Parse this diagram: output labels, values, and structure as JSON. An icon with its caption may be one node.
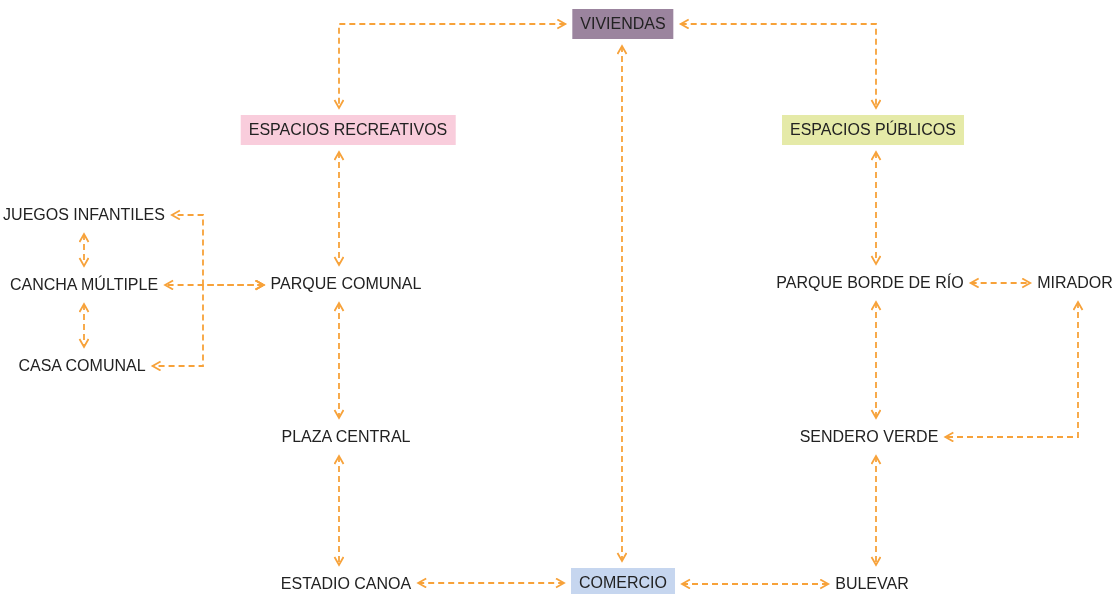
{
  "diagram": {
    "nodes": [
      {
        "text": [
          "VIVIENDAS"
        ]
      },
      {
        "text": [
          "ESPACIOS RECREATIVOS"
        ]
      },
      {
        "text": [
          "ESPACIOS PÚBLICOS"
        ]
      },
      {
        "text": [
          "JUEGOS INFANTILES"
        ]
      },
      {
        "text": [
          "CANCHA MÚLTIPLE"
        ]
      },
      {
        "text": [
          "CASA COMUNAL"
        ]
      },
      {
        "text": [
          "PARQUE COMUNAL"
        ]
      },
      {
        "text": [
          "PARQUE BORDE DE RÍO"
        ]
      },
      {
        "text": [
          "MIRADOR"
        ]
      },
      {
        "text": [
          "PLAZA CENTRAL"
        ]
      },
      {
        "text": [
          "SENDERO VERDE"
        ]
      },
      {
        "text": [
          "ESTADIO CANOA"
        ]
      },
      {
        "text": [
          "COMERCIO"
        ]
      },
      {
        "text": [
          "BULEVAR"
        ]
      }
    ],
    "edges": [
      {
        "from": 0,
        "to": 1,
        "arrow": "both"
      },
      {
        "from": 0,
        "to": 2,
        "arrow": "both"
      },
      {
        "from": 0,
        "to": 12,
        "arrow": "both"
      },
      {
        "from": 1,
        "to": 6,
        "arrow": "both"
      },
      {
        "from": 2,
        "to": 7,
        "arrow": "both"
      },
      {
        "from": 3,
        "to": 4,
        "arrow": "both"
      },
      {
        "from": 4,
        "to": 5,
        "arrow": "both"
      },
      {
        "from": 6,
        "to": 4,
        "arrow": "both"
      },
      {
        "from": 6,
        "to": 3,
        "arrow": "both"
      },
      {
        "from": 6,
        "to": 5,
        "arrow": "both"
      },
      {
        "from": 6,
        "to": 9,
        "arrow": "both"
      },
      {
        "from": 7,
        "to": 8,
        "arrow": "both"
      },
      {
        "from": 7,
        "to": 10,
        "arrow": "both"
      },
      {
        "from": 8,
        "to": 10,
        "arrow": "both"
      },
      {
        "from": 9,
        "to": 11,
        "arrow": "both"
      },
      {
        "from": 10,
        "to": 13,
        "arrow": "both"
      },
      {
        "from": 11,
        "to": 12,
        "arrow": "both"
      },
      {
        "from": 12,
        "to": 13,
        "arrow": "both"
      }
    ]
  }
}
